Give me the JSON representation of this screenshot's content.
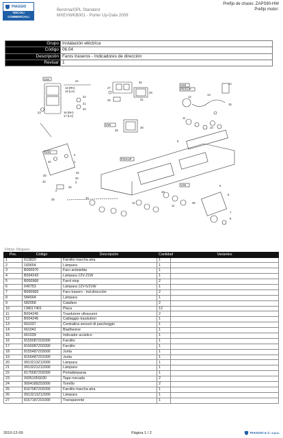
{
  "header": {
    "logo_brand": "PIAGGIO",
    "logo_sub_1": "VEICOLI",
    "logo_sub_2": "COMMERCIALI",
    "title_line1": "Benzina/GPL Standard",
    "title_line2": "MXEVWKB001 - Porter Up-Date 2009",
    "chassis_label": "Prefijo de chasis: ZAPS90-HW",
    "motor_label": "Prefijo motor:"
  },
  "info": {
    "rows": [
      {
        "label": "Grupo",
        "value": "Instalación eléctrica"
      },
      {
        "label": "Código",
        "value": "06.04"
      },
      {
        "label": "Descripción",
        "value": "Faros traseros - Indicadores de dirección"
      },
      {
        "label": "Revisar",
        "value": "1"
      }
    ]
  },
  "diagram": {
    "labels": {
      "van_top": "VAN",
      "van_mid": "VAN",
      "van_left": "VAN",
      "pickup_top": "PICKUP",
      "van_top_right": "VAN",
      "pickup_mid": "PICKUP",
      "van_bottom": "VAN",
      "left_parts": "18 (RH)\n19 (LH)",
      "left_parts_2": "16 (RH)\n17 (LH)"
    },
    "callouts": [
      "24",
      "22",
      "21",
      "20",
      "23",
      "26",
      "30",
      "31",
      "27",
      "29",
      "25",
      "28",
      "33",
      "32",
      "4",
      "1",
      "32",
      "34",
      "3",
      "33",
      "34",
      "2",
      "35",
      "11",
      "10",
      "9",
      "5",
      "6",
      "7",
      "8",
      "12",
      "13",
      "14",
      "15",
      "36"
    ]
  },
  "filter": "Filtros: Ninguno",
  "parts": {
    "headers": [
      "Pos.",
      "Código",
      "Descripción",
      "Cantidad",
      "Variantes"
    ],
    "rows": [
      [
        "1",
        "613820",
        "Farolito marcha atra",
        "1",
        ""
      ],
      [
        "2",
        "160654",
        "Lámpara",
        "1",
        ""
      ],
      [
        "3",
        "B000970",
        "Faro antiniebla",
        "1",
        ""
      ],
      [
        "4",
        "B004243",
        "Lámpara 12V-21W",
        "1",
        ""
      ],
      [
        "5",
        "B000968",
        "Farol stop",
        "2",
        ""
      ],
      [
        "6",
        "640753",
        "Lámpara 12V-5/21W",
        "1",
        ""
      ],
      [
        "7",
        "B000969",
        "Faro trasero - Ind.dirección",
        "2",
        ""
      ],
      [
        "8",
        "584004",
        "Lámpara",
        "1",
        ""
      ],
      [
        "9",
        "582058",
        "Catafaro",
        "2",
        ""
      ],
      [
        "10",
        "CM017401",
        "Placa",
        "12",
        ""
      ],
      [
        "11",
        "B004245",
        "Trasdutore ultrasuoni",
        "2",
        ""
      ],
      [
        "12",
        "B004246",
        "Cablaggio trasduttori",
        "1",
        ""
      ],
      [
        "13",
        "661037",
        "Centralina sensori di parcheggio",
        "1",
        ""
      ],
      [
        "14",
        "661042",
        "Biadhesive",
        "1",
        ""
      ],
      [
        "15",
        "661039",
        "Indicador acústico",
        "1",
        ""
      ],
      [
        "16",
        "8155087Z02000",
        "Farolito",
        "1",
        ""
      ],
      [
        "17",
        "8156087Z02000",
        "Farolito",
        "1",
        ""
      ],
      [
        "18",
        "8155487Z03000",
        "Junta",
        "1",
        ""
      ],
      [
        "19",
        "8156487Z01000",
        "Junta",
        "1",
        ""
      ],
      [
        "20",
        "9913213Z12000",
        "Lámpara",
        "1",
        ""
      ],
      [
        "21",
        "9913221Z12000",
        "Lámpara",
        "1",
        ""
      ],
      [
        "22",
        "8175587Z02000",
        "Portalámparas",
        "1",
        ""
      ],
      [
        "23",
        "0935105S030",
        "Tapa roscada",
        "2",
        ""
      ],
      [
        "24",
        "9004189Z03000",
        "Tornillo",
        "2",
        ""
      ],
      [
        "25",
        "8167087Z02000",
        "Farolito marcha atra",
        "1",
        ""
      ],
      [
        "26",
        "9913213Z12000",
        "Lámpara",
        "1",
        ""
      ],
      [
        "27",
        "8167187Z01000",
        "Transparente",
        "1",
        ""
      ]
    ]
  },
  "footer": {
    "date": "2010-12-09",
    "page": "Página 1 / 2",
    "brand": "PIAGGIO & C. s.p.a."
  }
}
